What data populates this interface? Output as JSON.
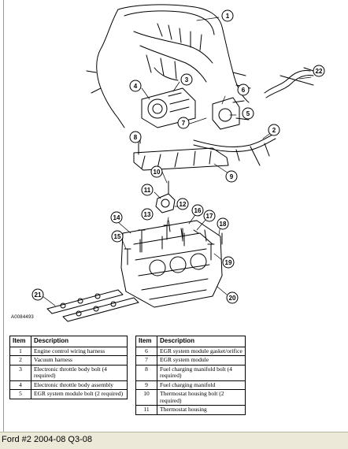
{
  "figure_id": "A0084493",
  "callouts": [
    "1",
    "2",
    "3",
    "4",
    "5",
    "6",
    "7",
    "8",
    "9",
    "10",
    "11",
    "12",
    "13",
    "14",
    "15",
    "16",
    "17",
    "18",
    "19",
    "20",
    "21",
    "22"
  ],
  "table_header": {
    "item": "Item",
    "description": "Description"
  },
  "parts_left": [
    {
      "item": "1",
      "description": "Engine control wiring harness"
    },
    {
      "item": "2",
      "description": "Vacuum harness"
    },
    {
      "item": "3",
      "description": "Electronic throttle body bolt (4 required)"
    },
    {
      "item": "4",
      "description": "Electronic throttle body assembly"
    },
    {
      "item": "5",
      "description": "EGR system module bolt (2 required)"
    }
  ],
  "parts_right": [
    {
      "item": "6",
      "description": "EGR system module gasket/orifice"
    },
    {
      "item": "7",
      "description": "EGR system module"
    },
    {
      "item": "8",
      "description": "Fuel charging manifold bolt (4 required)"
    },
    {
      "item": "9",
      "description": "Fuel charging manifold"
    },
    {
      "item": "10",
      "description": "Thermostat housing bolt (2 required)"
    },
    {
      "item": "11",
      "description": "Thermostat housing"
    }
  ],
  "footer": {
    "text": "Ford #2 2004-08 Q3-08"
  }
}
